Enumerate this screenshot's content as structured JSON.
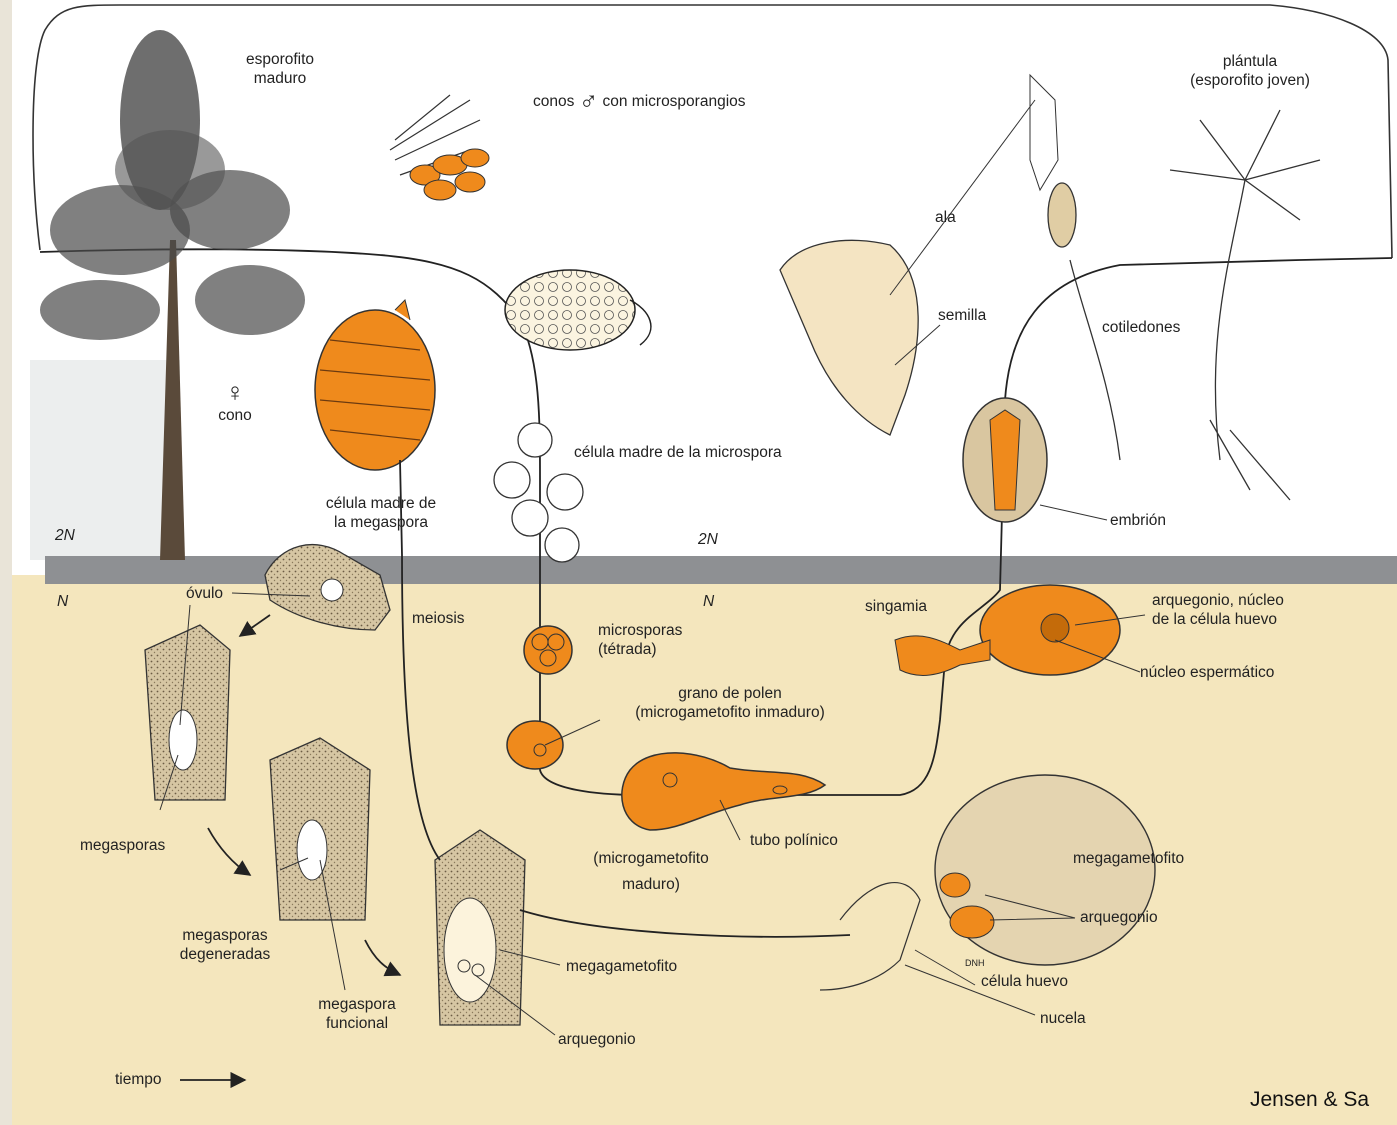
{
  "labels": {
    "esporofito": [
      "esporofito",
      "maduro"
    ],
    "conos_macho": "conos",
    "male_symbol": "♂",
    "microsporangios": "con microsporangios",
    "plantula": [
      "plántula",
      "(esporofito joven)"
    ],
    "ala": "ala",
    "semilla": "semilla",
    "cotiledones": "cotiledones",
    "female_symbol": "♀",
    "cono": "cono",
    "celula_madre_microspora": "célula madre de la microspora",
    "celula_madre_megaspora": [
      "célula madre de",
      "la megaspora"
    ],
    "embrion": "embrión",
    "twoN_left": "2N",
    "twoN_mid": "2N",
    "N_left": "N",
    "N_mid": "N",
    "ovulo": "óvulo",
    "meiosis": "meiosis",
    "microsporas": [
      "microsporas",
      "(tétrada)"
    ],
    "singamia": "singamia",
    "arquegonio_nucleo": [
      "arquegonio, núcleo",
      "de la célula huevo"
    ],
    "nucleo_espermatico": "núcleo espermático",
    "grano_polen": [
      "grano de polen",
      "(microgametofito inmaduro)"
    ],
    "megasporas": "megasporas",
    "tubo_polinico": "tubo polínico",
    "microgametofito_maduro": [
      "(microgametofito",
      "maduro)"
    ],
    "megagametofito_right": "megagametofito",
    "arquegonio_right": "arquegonio",
    "megasporas_degeneradas": [
      "megasporas",
      "degeneradas"
    ],
    "megagametofito_mid": "megagametofito",
    "celula_huevo": "célula huevo",
    "megaspora_funcional": [
      "megaspora",
      "funcional"
    ],
    "nucela": "nucela",
    "arquegonio_bottom": "arquegonio",
    "tiempo": "tiempo",
    "dnh": "DNH",
    "credit": "Jensen & Sa"
  },
  "colors": {
    "haploid_bg": "#f4e6bd",
    "band": "#8e9093",
    "orange": "#ef8a1c",
    "tissue": "#d9c9a6",
    "outline": "#2a2a2a"
  }
}
